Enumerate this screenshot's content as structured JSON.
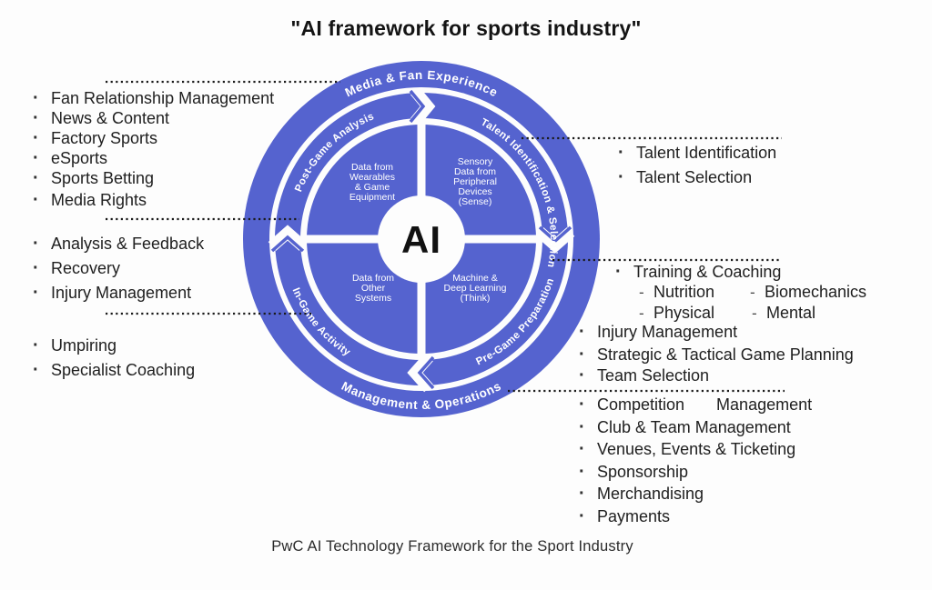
{
  "title": "\"AI framework for sports industry\"",
  "footer": "PwC AI Technology Framework for the Sport Industry",
  "colors": {
    "accent_blue": "#5563cf",
    "text": "#1d1d1d",
    "leader_line": "#1b1b1b",
    "ring_text": "#ffffff"
  },
  "wheel": {
    "center_label": "AI",
    "outer_ring": {
      "top": "Media & Fan Experience",
      "bottom": "Management & Operations"
    },
    "middle_ring": {
      "top_left": "Post-Game Analysis",
      "top_right": "Talent Identification & Selection",
      "bottom_right": "Pre-Game Preparation",
      "bottom_left": "In-Game Activity"
    },
    "quadrants": {
      "top_left": {
        "lines": [
          "Data from",
          "Wearables",
          "& Game",
          "Equipment"
        ]
      },
      "top_right": {
        "lines": [
          "Sensory",
          "Data from",
          "Peripheral",
          "Devices",
          "(Sense)"
        ]
      },
      "bottom_left": {
        "lines": [
          "Data from",
          "Other",
          "Systems"
        ]
      },
      "bottom_right": {
        "lines": [
          "Machine &",
          "Deep Learning",
          "(Think)"
        ]
      }
    }
  },
  "lists": {
    "media_fan": {
      "items": [
        "Fan Relationship Management",
        "News & Content",
        "Factory Sports",
        "eSports",
        "Sports Betting",
        "Media Rights"
      ]
    },
    "post_game": {
      "items": [
        "Analysis & Feedback",
        "Recovery",
        "Injury Management"
      ]
    },
    "in_game": {
      "items": [
        "Umpiring",
        "Specialist Coaching"
      ]
    },
    "talent": {
      "items": [
        "Talent Identification",
        "Talent Selection"
      ]
    },
    "pre_game": {
      "training": "Training & Coaching",
      "sub_items": [
        "Nutrition",
        "Biomechanics",
        "Physical",
        "Mental"
      ],
      "items": [
        "Injury Management",
        "Strategic & Tactical Game Planning",
        "Team Selection"
      ]
    },
    "management": {
      "items": [
        "Competition       Management",
        "Club & Team Management",
        "Venues, Events & Ticketing",
        "Sponsorship",
        "Merchandising",
        "Payments"
      ]
    }
  }
}
